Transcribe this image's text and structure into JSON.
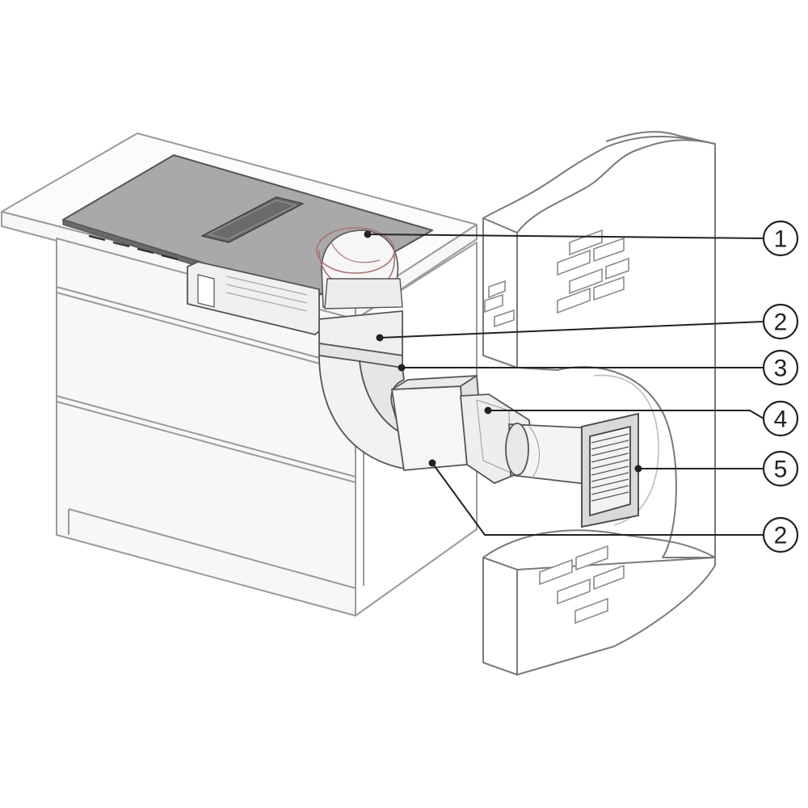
{
  "callouts": [
    {
      "number": "1"
    },
    {
      "number": "2"
    },
    {
      "number": "3"
    },
    {
      "number": "4"
    },
    {
      "number": "5"
    },
    {
      "number": "2"
    }
  ],
  "colors": {
    "line": "#555555",
    "light_line": "#9a9a9a",
    "cabinet_fill": "#f7f7f7",
    "hob_fill": "#a9a9a9",
    "hob_vent": "#6a6a6a",
    "duct_fill": "#efefef",
    "grille_fill": "#d9d9d9",
    "motor_outline": "#b07070",
    "callout_stroke": "#222222"
  }
}
